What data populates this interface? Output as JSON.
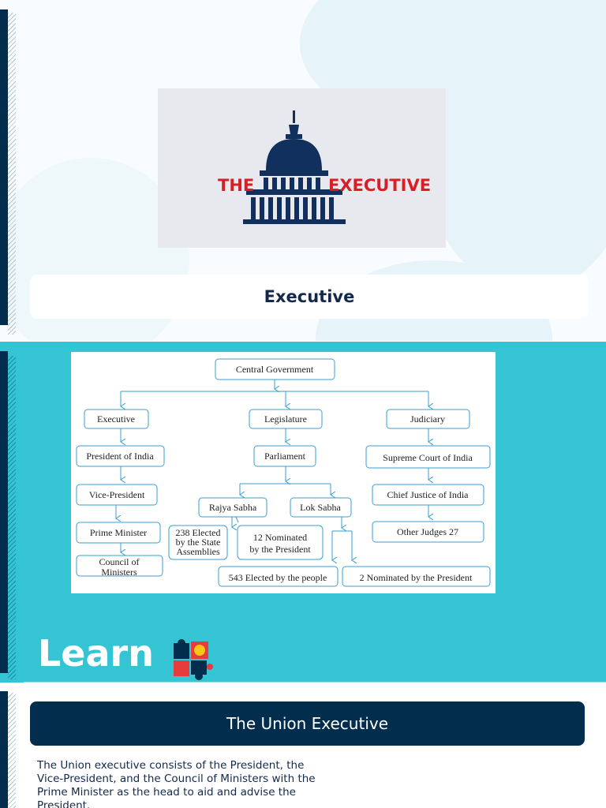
{
  "slide1": {
    "logo": {
      "prefix": "THE",
      "suffix": "EXECUTIVE"
    },
    "caption": "Executive"
  },
  "slide2": {
    "chart": {
      "root": "Central Government",
      "branches": [
        "Executive",
        "Legislature",
        "Judiciary"
      ],
      "executive_chain": [
        "President of India",
        "Vice-President",
        "Prime Minister",
        "Council of Ministers"
      ],
      "legislature": {
        "parliament": "Parliament",
        "houses": [
          "Rajya Sabha",
          "Lok Sabha"
        ],
        "rajya_sabha": {
          "elected": "238 Elected by the State Assemblies",
          "nominated": "12 Nominated by the President"
        },
        "lok_sabha": {
          "elected": "543 Elected by the people",
          "nominated": "2 Nominated by the President"
        }
      },
      "judiciary_chain": [
        "Supreme Court of India",
        "Chief Justice of India",
        "Other Judges 27"
      ]
    },
    "learn_label": "Learn",
    "colors": {
      "background": "#34c4d4",
      "navy": "#032d4d"
    }
  },
  "slide3": {
    "title": "The Union Executive",
    "body": "The Union executive consists of the President, the Vice-President, and the Council of Ministers with the Prime Minister as the head to aid and advise the President."
  }
}
